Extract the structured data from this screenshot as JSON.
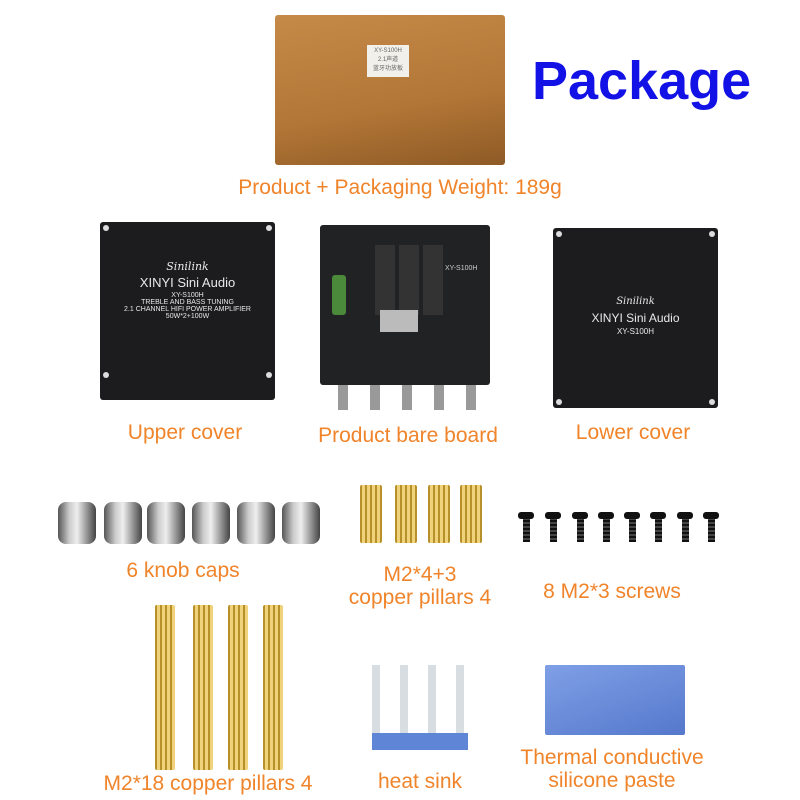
{
  "title": "Package",
  "box_label": {
    "line1": "XY-S100H",
    "line2": "2.1声道",
    "line3": "蓝牙功放板"
  },
  "weight": "Product + Packaging Weight: 189g",
  "upper_cover": {
    "label": "Upper cover",
    "brand": "Sinilink",
    "name": "XINYI Sini Audio",
    "model": "XY-S100H",
    "line1": "TREBLE  AND  BASS TUNING",
    "line2": "2.1 CHANNEL HIFI POWER AMPLIFIER",
    "line3": "50W*2+100W"
  },
  "bare_board": {
    "label": "Product bare board",
    "model": "XY-S100H"
  },
  "lower_cover": {
    "label": "Lower cover",
    "brand": "Sinilink",
    "name": "XINYI Sini Audio",
    "model": "XY-S100H"
  },
  "knobs": {
    "label": "6 knob caps",
    "count": 6
  },
  "short_pillars": {
    "label1": "M2*4+3",
    "label2": "copper pillars 4",
    "count": 4
  },
  "screws": {
    "label": "8 M2*3 screws",
    "count": 8
  },
  "long_pillars": {
    "label": "M2*18 copper pillars 4",
    "count": 4
  },
  "heat_sink": {
    "label": "heat sink"
  },
  "paste": {
    "label1": "Thermal conductive",
    "label2": "silicone paste"
  }
}
